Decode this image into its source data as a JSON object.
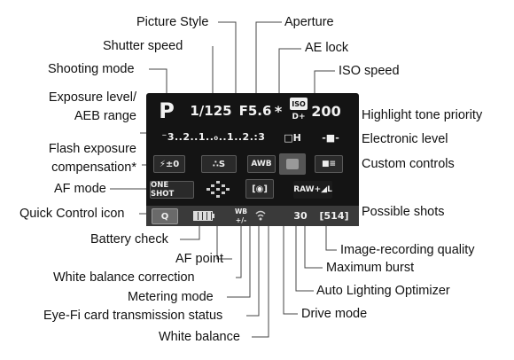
{
  "labels": {
    "picture_style": "Picture Style",
    "aperture": "Aperture",
    "shutter_speed": "Shutter speed",
    "ae_lock": "AE lock",
    "shooting_mode": "Shooting mode",
    "iso_speed": "ISO speed",
    "exposure_level": "Exposure level/\nAEB range",
    "highlight_tone_priority": "Highlight tone priority",
    "electronic_level": "Electronic level",
    "flash_exposure": "Flash exposure\ncompensation*",
    "custom_controls": "Custom controls",
    "af_mode": "AF mode",
    "quick_control_icon": "Quick Control icon",
    "possible_shots": "Possible shots",
    "battery_check": "Battery check",
    "image_recording_quality": "Image-recording quality",
    "af_point": "AF point",
    "maximum_burst": "Maximum burst",
    "white_balance_correction": "White balance correction",
    "auto_lighting_optimizer": "Auto Lighting Optimizer",
    "metering_mode": "Metering mode",
    "drive_mode": "Drive mode",
    "eyefi_status": "Eye-Fi card transmission status",
    "white_balance": "White balance"
  },
  "screen": {
    "mode": "P",
    "shutter": "1/125",
    "aperture": "F5.6",
    "ae_lock": "*",
    "iso_top": "ISO",
    "iso_d": "D+",
    "iso_value": "200",
    "exposure_scale": "⁻3..2..1..₀..1..2.:3",
    "drive": "□H",
    "level": "-■-",
    "flash": "⚡±0",
    "picture_style": "∴S",
    "awb": "AWB",
    "custom": "■≡",
    "one_shot": "ONE SHOT",
    "metering": "[◉]",
    "raw": "RAW+◢L",
    "q": "Q",
    "wb_corr_top": "WB",
    "wb_corr_bottom": "+/-",
    "burst": "30",
    "shots": "[514]"
  }
}
